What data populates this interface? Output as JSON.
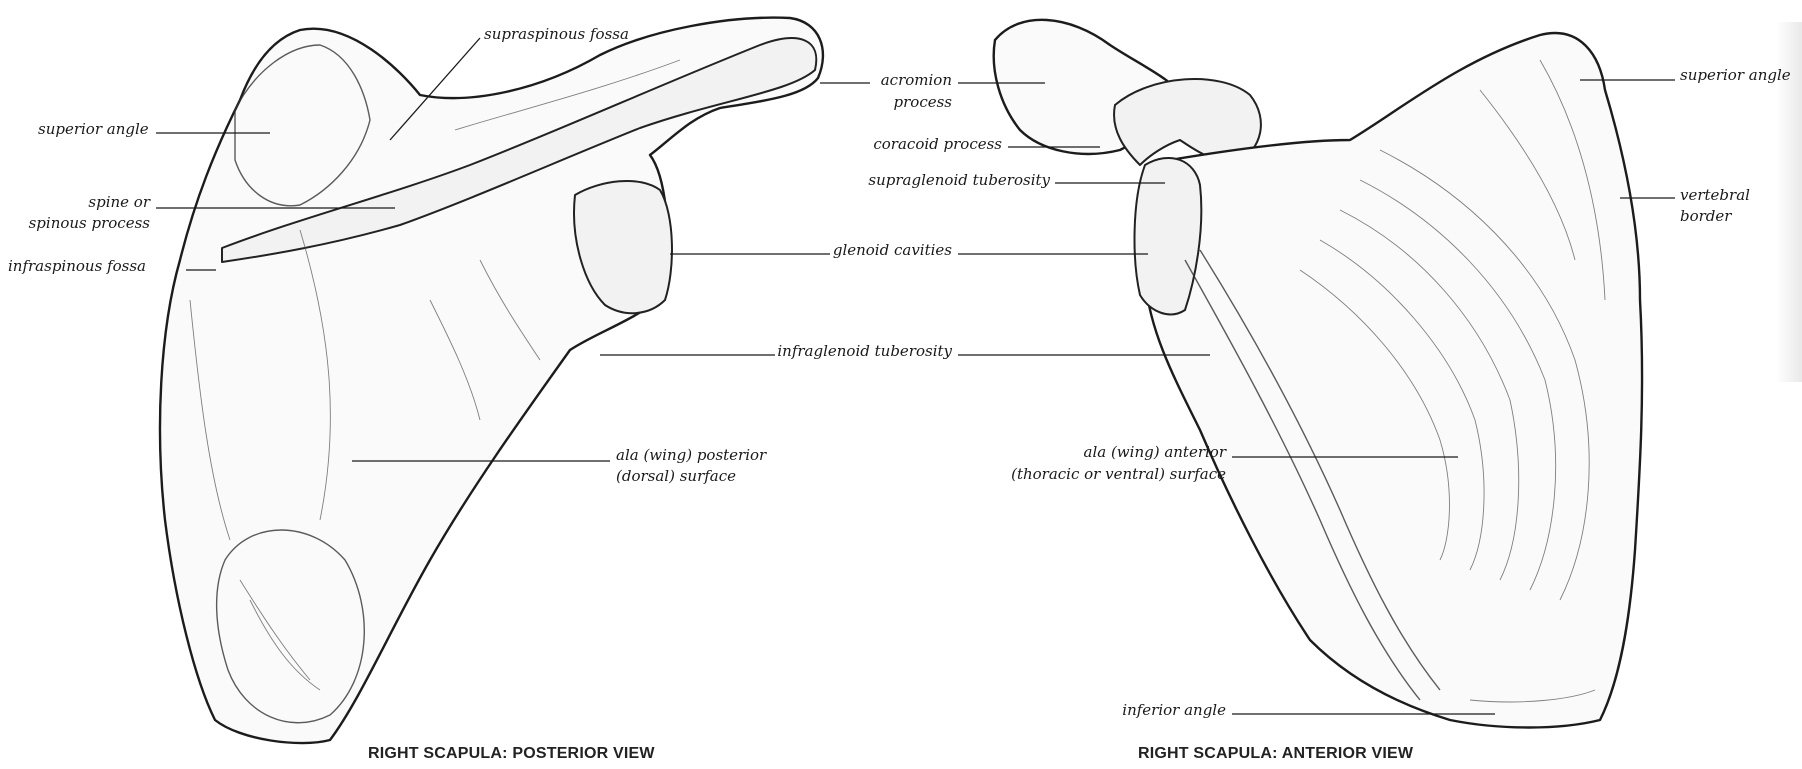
{
  "posterior": {
    "caption": "RIGHT SCAPULA: POSTERIOR VIEW",
    "labels": {
      "supraspinous_fossa": "supraspinous fossa",
      "superior_angle": "superior angle",
      "spine_line1": "spine or",
      "spine_line2": "spinous process",
      "infraspinous_fossa": "infraspinous fossa",
      "ala_line1": "ala (wing) posterior",
      "ala_line2": "(dorsal) surface"
    }
  },
  "center": {
    "acromion_line1": "acromion",
    "acromion_line2": "process",
    "coracoid": "coracoid process",
    "supraglenoid": "supraglenoid tuberosity",
    "glenoid": "glenoid cavities",
    "infraglenoid": "infraglenoid tuberosity"
  },
  "anterior": {
    "caption": "RIGHT SCAPULA: ANTERIOR VIEW",
    "labels": {
      "superior_angle": "superior angle",
      "vertebral_line1": "vertebral",
      "vertebral_line2": "border",
      "ala_line1": "ala (wing) anterior",
      "ala_line2": "(thoracic or ventral) surface",
      "inferior_angle": "inferior angle"
    }
  }
}
